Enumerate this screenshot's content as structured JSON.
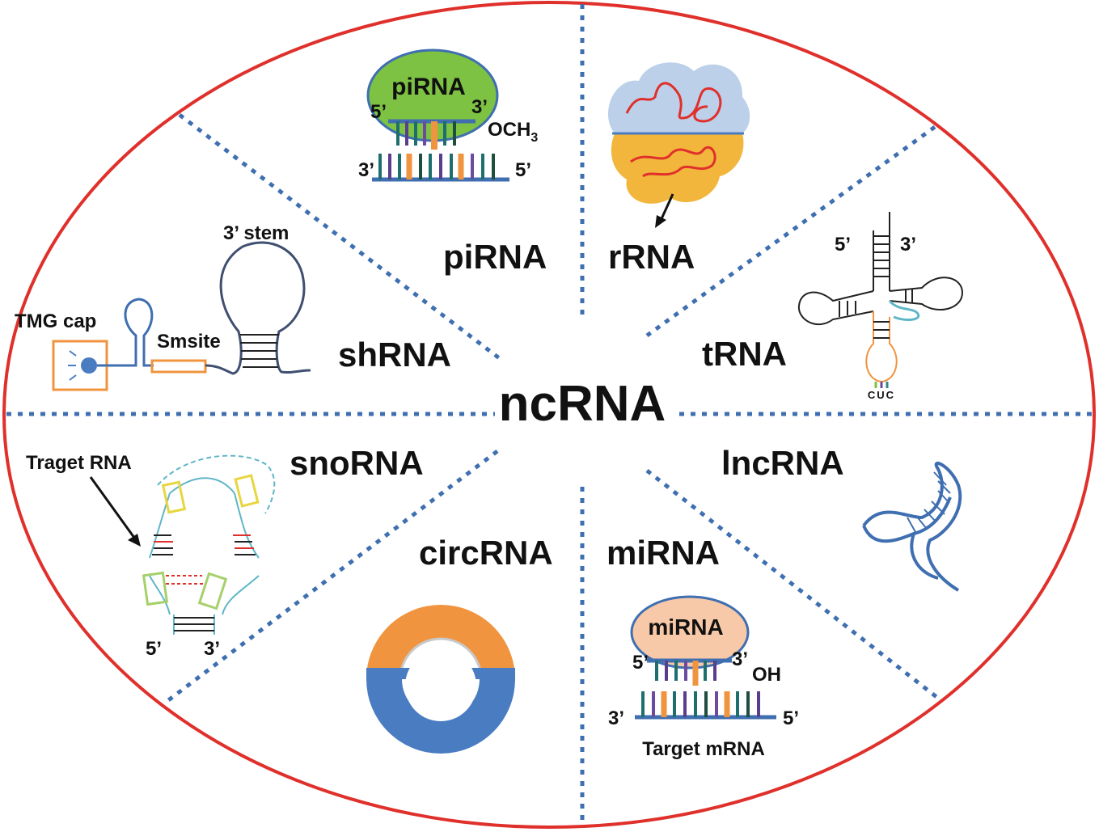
{
  "center_label": "ncRNA",
  "colors": {
    "outline": "#e0302b",
    "divider": "#3f6fb0",
    "orange": "#f0943f",
    "blue": "#4a7cc2",
    "green": "#7dc242",
    "peach": "#f8c9a8"
  },
  "sectors": {
    "piRNA": {
      "label": "piRNA",
      "badge": "piRNA",
      "five_top": "5’",
      "three_top": "3’",
      "methyl": "OCH",
      "methyl_sub": "3",
      "three_bottom": "3’",
      "five_bottom": "5’"
    },
    "rRNA": {
      "label": "rRNA"
    },
    "tRNA": {
      "label": "tRNA",
      "five": "5’",
      "three": "3’",
      "anticodon": "CUC"
    },
    "lncRNA": {
      "label": "lncRNA"
    },
    "miRNA": {
      "label": "miRNA",
      "badge": "miRNA",
      "five_top": "5’",
      "three_top": "3’",
      "oh": "OH",
      "three_bottom": "3’",
      "five_bottom": "5’",
      "target": "Target mRNA"
    },
    "circRNA": {
      "label": "circRNA"
    },
    "snoRNA": {
      "label": "snoRNA",
      "target": "Traget RNA",
      "five": "5’",
      "three": "3’"
    },
    "shRNA": {
      "label": "shRNA",
      "stem": "3’ stem",
      "cap": "TMG cap",
      "smsite": "Smsite"
    }
  }
}
